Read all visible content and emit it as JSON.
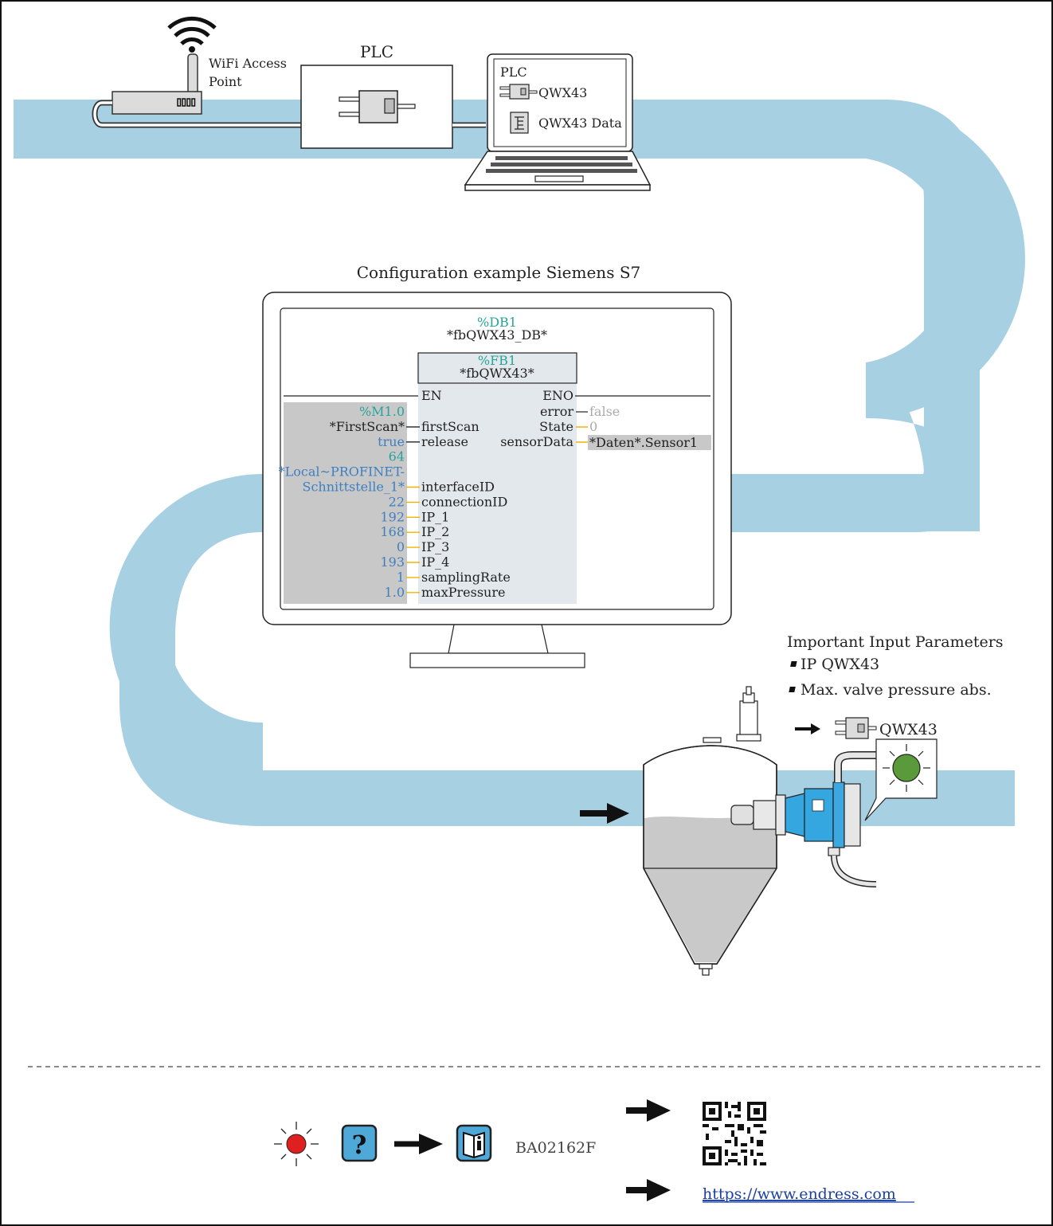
{
  "top": {
    "wifi_label_1": "WiFi Access",
    "wifi_label_2": "Point",
    "plc_title": "PLC",
    "laptop_plc": "PLC",
    "laptop_qwx": "QWX43",
    "laptop_data": "QWX43 Data"
  },
  "config": {
    "heading": "Configuration example Siemens S7",
    "db_id": "%DB1",
    "db_name": "*fbQWX43_DB*",
    "fb_id": "%FB1",
    "fb_name": "*fbQWX43*",
    "en": "EN",
    "eno": "ENO",
    "inputs": [
      {
        "value": "%M1.0",
        "value_color": "#2aa39a",
        "param": ""
      },
      {
        "value": "*FirstScan*",
        "value_color": "#222222",
        "param": "firstScan"
      },
      {
        "value": "true",
        "value_color": "#3f7fbf",
        "param": "release"
      },
      {
        "value": "64",
        "value_color": "#2aa39a",
        "param": ""
      },
      {
        "value": "*Local~PROFINET-",
        "value_color": "#3f7fbf",
        "param": ""
      },
      {
        "value": "Schnittstelle_1*",
        "value_color": "#3f7fbf",
        "param": "interfaceID"
      },
      {
        "value": "22",
        "value_color": "#3f7fbf",
        "param": "connectionID"
      },
      {
        "value": "192",
        "value_color": "#3f7fbf",
        "param": "IP_1"
      },
      {
        "value": "168",
        "value_color": "#3f7fbf",
        "param": "IP_2"
      },
      {
        "value": "0",
        "value_color": "#3f7fbf",
        "param": "IP_3"
      },
      {
        "value": "193",
        "value_color": "#3f7fbf",
        "param": "IP_4"
      },
      {
        "value": "1",
        "value_color": "#3f7fbf",
        "param": "samplingRate"
      },
      {
        "value": "1.0",
        "value_color": "#3f7fbf",
        "param": "maxPressure"
      }
    ],
    "outputs": [
      {
        "param": "error",
        "value": "false"
      },
      {
        "param": "State",
        "value": "0"
      },
      {
        "param": "sensorData",
        "value": "*Daten*.Sensor1"
      }
    ]
  },
  "params": {
    "heading": "Important Input Parameters",
    "items": [
      "IP QWX43",
      "Max. valve pressure abs."
    ],
    "device": "QWX43"
  },
  "footer": {
    "doc_code": "BA02162F",
    "url": "https://www.endress.com"
  },
  "colors": {
    "pipe": "#a8d0e3",
    "panel_grey": "#c8c8c8",
    "panel_light": "#e3e8ec",
    "teal": "#2aa39a",
    "blue_value": "#3f7fbf",
    "connector": "#f0b400",
    "led_green": "#5a9a3a",
    "led_red": "#e02020",
    "sensor_blue": "#35a7e0"
  },
  "icons": [
    "wifi-icon",
    "device-connector-icon",
    "function-block-icon",
    "laptop-icon",
    "monitor-icon",
    "tank-icon",
    "sensor-icon",
    "arrow-right-icon",
    "warning-led-icon",
    "help-icon",
    "manual-book-icon",
    "qr-code-icon"
  ]
}
